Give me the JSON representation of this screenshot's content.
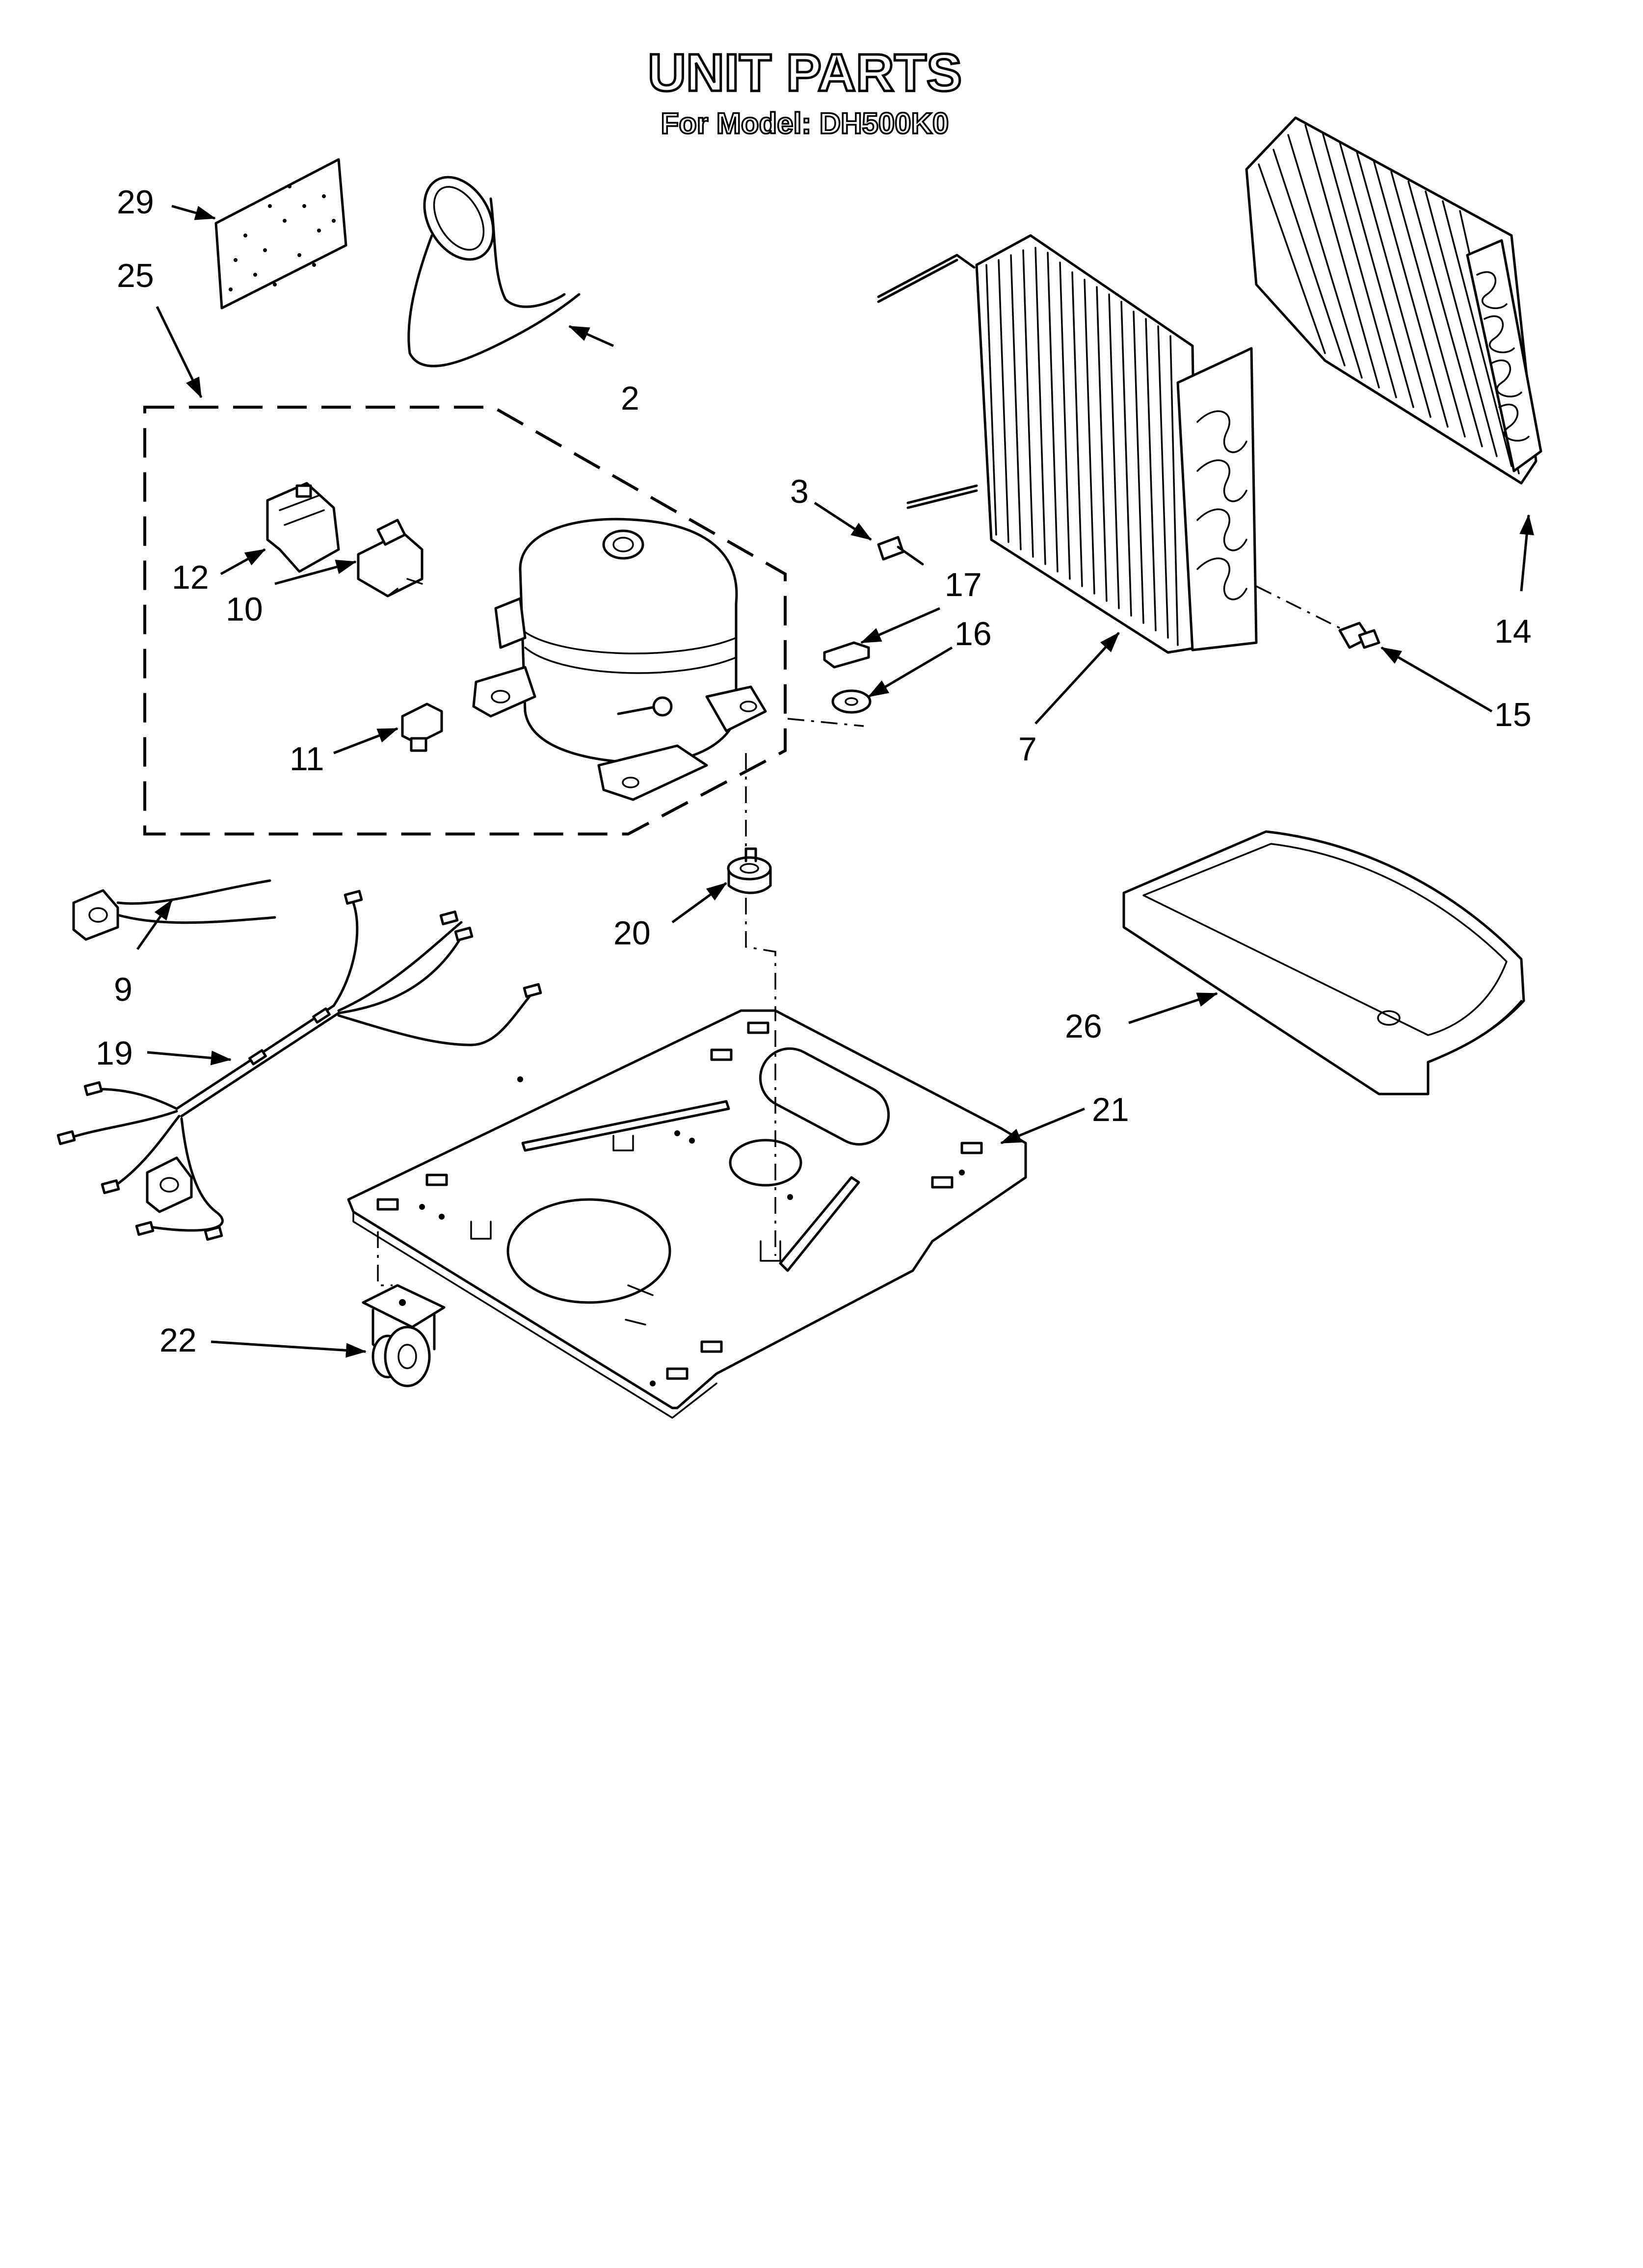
{
  "header": {
    "title": "UNIT PARTS",
    "subtitle": "For Model: DH500K0"
  },
  "callouts": {
    "c2": "2",
    "c3": "3",
    "c7": "7",
    "c9": "9",
    "c10": "10",
    "c11": "11",
    "c12": "12",
    "c14": "14",
    "c15": "15",
    "c16": "16",
    "c17": "17",
    "c19": "19",
    "c20": "20",
    "c21": "21",
    "c22": "22",
    "c25": "25",
    "c26": "26",
    "c29": "29"
  }
}
